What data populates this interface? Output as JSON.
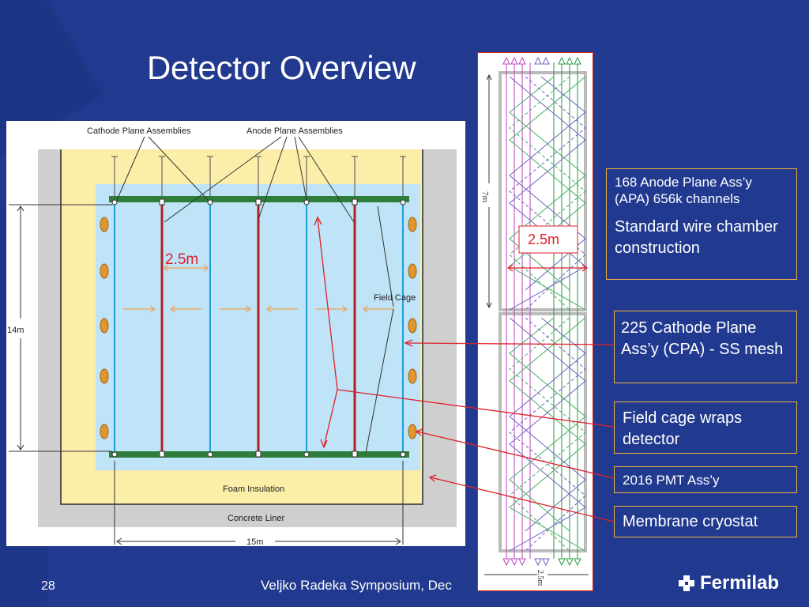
{
  "slide": {
    "title": "Detector Overview",
    "page_number": "28",
    "footer": "Veljko Radeka Symposium, Dec",
    "logo": "Fermilab"
  },
  "diagram": {
    "label_cathode": "Cathode Plane Assemblies",
    "label_anode": "Anode Plane Assemblies",
    "label_field_cage": "Field Cage",
    "label_foam": "Foam Insulation",
    "label_concrete": "Concrete Liner",
    "dim_height": "14m",
    "dim_width": "15m",
    "spacing": "2.5m"
  },
  "wire_panel": {
    "dim_vertical": "7m",
    "dim_spacing": "2.5m",
    "dim_bottom": "2.5m"
  },
  "callouts": {
    "apa_line1": "168 Anode Plane Ass’y (APA) 656k channels",
    "apa_line2": "Standard wire chamber construction",
    "cpa": "225 Cathode Plane Ass’y (CPA) - SS mesh",
    "field_cage": "Field cage wraps detector",
    "pmt": "2016 PMT Ass’y",
    "membrane": "Membrane cryostat"
  },
  "colors": {
    "background": "#213a8f",
    "callout_border": "#f0b040",
    "annotation_red": "#e0202a",
    "anode_blue": "#1aa0d8",
    "cathode_red": "#b02020",
    "beam_green": "#2e7d3a",
    "foam_yellow": "#fbeea8",
    "liquid_blue": "#bfe3f7"
  }
}
